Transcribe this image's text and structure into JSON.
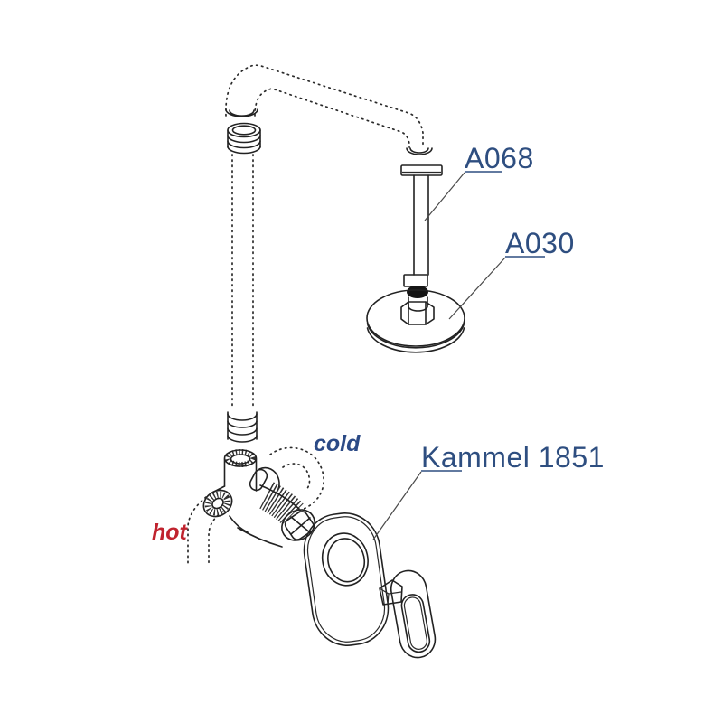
{
  "diagram": {
    "kind": "shower-system-exploded-technical-drawing",
    "labels": {
      "shower_arm": {
        "text": "A068",
        "color": "#2e4e80"
      },
      "shower_head": {
        "text": "A030",
        "color": "#2e4e80"
      },
      "mixer": {
        "text": "Kammel 1851",
        "color": "#2e4e80"
      },
      "cold": {
        "text": "cold",
        "color": "#2b4a86"
      },
      "hot": {
        "text": "hot",
        "color": "#c0232e"
      }
    },
    "colors": {
      "line": "#222222",
      "label_blue": "#2e4e80",
      "label_red": "#c0232e",
      "background": "#ffffff"
    }
  }
}
